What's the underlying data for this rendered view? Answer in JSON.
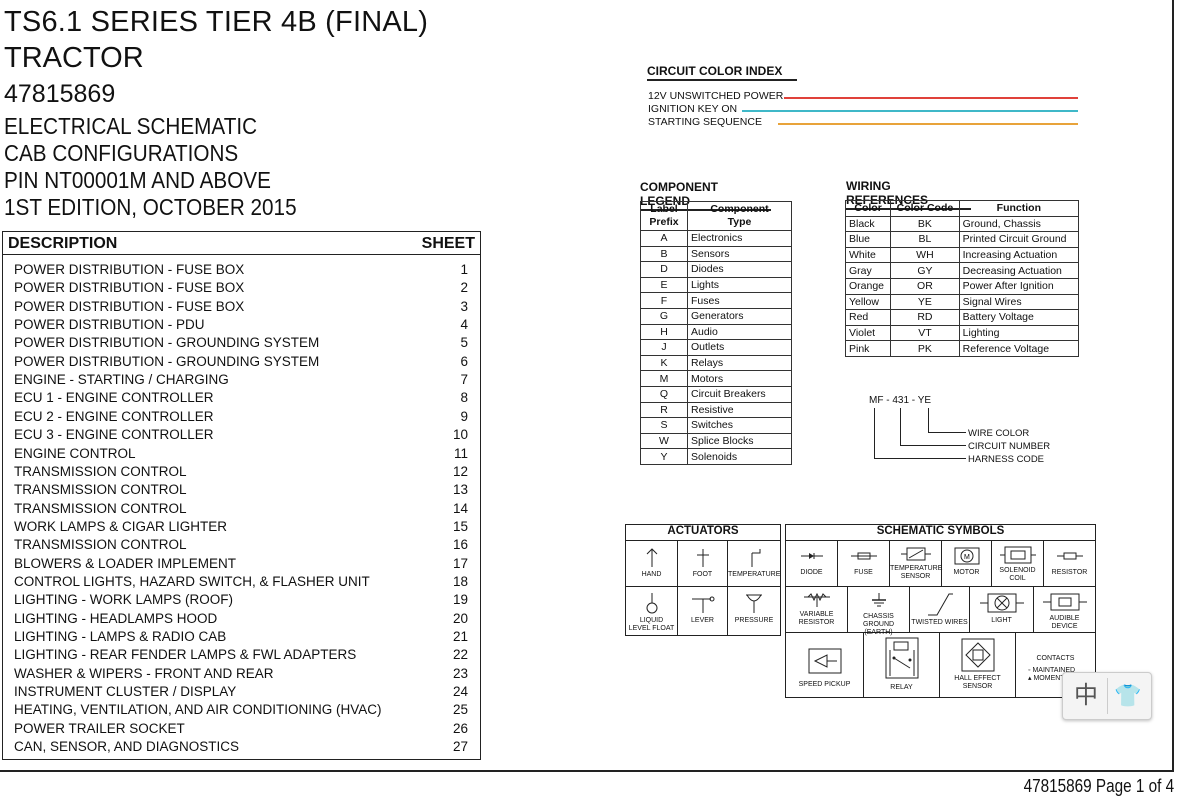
{
  "header": {
    "title_line1": "TS6.1 SERIES TIER 4B (FINAL)",
    "title_line2": "TRACTOR",
    "part_number": "47815869",
    "sub1": "ELECTRICAL SCHEMATIC",
    "sub2": "CAB CONFIGURATIONS",
    "sub3": "PIN NT00001M AND ABOVE",
    "sub4": "1ST EDITION, OCTOBER 2015"
  },
  "contents": {
    "col_description": "DESCRIPTION",
    "col_sheet": "SHEET",
    "rows": [
      {
        "desc": "POWER DISTRIBUTION - FUSE BOX",
        "sheet": "1"
      },
      {
        "desc": "POWER DISTRIBUTION - FUSE BOX",
        "sheet": "2"
      },
      {
        "desc": "POWER DISTRIBUTION - FUSE BOX",
        "sheet": "3"
      },
      {
        "desc": "POWER DISTRIBUTION - PDU",
        "sheet": "4"
      },
      {
        "desc": "POWER DISTRIBUTION - GROUNDING SYSTEM",
        "sheet": "5"
      },
      {
        "desc": "POWER DISTRIBUTION - GROUNDING SYSTEM",
        "sheet": "6"
      },
      {
        "desc": "ENGINE - STARTING / CHARGING",
        "sheet": "7"
      },
      {
        "desc": "ECU 1 - ENGINE CONTROLLER",
        "sheet": "8"
      },
      {
        "desc": "ECU 2 - ENGINE CONTROLLER",
        "sheet": "9"
      },
      {
        "desc": "ECU 3 - ENGINE CONTROLLER",
        "sheet": "10"
      },
      {
        "desc": "ENGINE CONTROL",
        "sheet": "11"
      },
      {
        "desc": "TRANSMISSION CONTROL",
        "sheet": "12"
      },
      {
        "desc": "TRANSMISSION CONTROL",
        "sheet": "13"
      },
      {
        "desc": "TRANSMISSION CONTROL",
        "sheet": "14"
      },
      {
        "desc": "WORK LAMPS & CIGAR LIGHTER",
        "sheet": "15"
      },
      {
        "desc": "TRANSMISSION CONTROL",
        "sheet": "16"
      },
      {
        "desc": "BLOWERS & LOADER IMPLEMENT",
        "sheet": "17"
      },
      {
        "desc": "CONTROL LIGHTS, HAZARD SWITCH, & FLASHER UNIT",
        "sheet": "18"
      },
      {
        "desc": "LIGHTING - WORK LAMPS (ROOF)",
        "sheet": "19"
      },
      {
        "desc": "LIGHTING - HEADLAMPS HOOD",
        "sheet": "20"
      },
      {
        "desc": "LIGHTING - LAMPS & RADIO CAB",
        "sheet": "21"
      },
      {
        "desc": "LIGHTING - REAR FENDER LAMPS & FWL ADAPTERS",
        "sheet": "22"
      },
      {
        "desc": "WASHER & WIPERS - FRONT AND REAR",
        "sheet": "23"
      },
      {
        "desc": "INSTRUMENT CLUSTER / DISPLAY",
        "sheet": "24"
      },
      {
        "desc": "HEATING, VENTILATION, AND AIR CONDITIONING (HVAC)",
        "sheet": "25"
      },
      {
        "desc": "POWER TRAILER SOCKET",
        "sheet": "26"
      },
      {
        "desc": "CAN, SENSOR, AND DIAGNOSTICS",
        "sheet": "27"
      }
    ]
  },
  "circuit_color_index": {
    "title": "CIRCUIT COLOR INDEX",
    "rows": [
      {
        "label": "12V UNSWITCHED POWER",
        "color": "#e0413a"
      },
      {
        "label": "IGNITION KEY ON",
        "color": "#3fb8c8"
      },
      {
        "label": "STARTING SEQUENCE",
        "color": "#e8a33a"
      }
    ]
  },
  "component_legend": {
    "title": "COMPONENT LEGEND",
    "head1": "Label\nPrefix",
    "head1a": "Label",
    "head1b": "Prefix",
    "head2a": "Component",
    "head2b": "Type",
    "rows": [
      {
        "prefix": "A",
        "type": "Electronics"
      },
      {
        "prefix": "B",
        "type": "Sensors"
      },
      {
        "prefix": "D",
        "type": "Diodes"
      },
      {
        "prefix": "E",
        "type": "Lights"
      },
      {
        "prefix": "F",
        "type": "Fuses"
      },
      {
        "prefix": "G",
        "type": "Generators"
      },
      {
        "prefix": "H",
        "type": "Audio"
      },
      {
        "prefix": "J",
        "type": "Outlets"
      },
      {
        "prefix": "K",
        "type": "Relays"
      },
      {
        "prefix": "M",
        "type": "Motors"
      },
      {
        "prefix": "Q",
        "type": "Circuit Breakers"
      },
      {
        "prefix": "R",
        "type": "Resistive"
      },
      {
        "prefix": "S",
        "type": "Switches"
      },
      {
        "prefix": "W",
        "type": "Splice Blocks"
      },
      {
        "prefix": "Y",
        "type": "Solenoids"
      }
    ]
  },
  "wiring_references": {
    "title": "WIRING REFERENCES",
    "head_color": "Color",
    "head_code": "Color Code",
    "head_function": "Function",
    "rows": [
      {
        "color": "Black",
        "code": "BK",
        "function": "Ground, Chassis"
      },
      {
        "color": "Blue",
        "code": "BL",
        "function": "Printed Circuit Ground"
      },
      {
        "color": "White",
        "code": "WH",
        "function": "Increasing Actuation"
      },
      {
        "color": "Gray",
        "code": "GY",
        "function": "Decreasing Actuation"
      },
      {
        "color": "Orange",
        "code": "OR",
        "function": "Power After Ignition"
      },
      {
        "color": "Yellow",
        "code": "YE",
        "function": "Signal Wires"
      },
      {
        "color": "Red",
        "code": "RD",
        "function": "Battery Voltage"
      },
      {
        "color": "Violet",
        "code": "VT",
        "function": "Lighting"
      },
      {
        "color": "Pink",
        "code": "PK",
        "function": "Reference Voltage"
      }
    ]
  },
  "harness_example": {
    "code": "MF - 431 - YE",
    "wire_color": "WIRE COLOR",
    "circuit_number": "CIRCUIT NUMBER",
    "harness_code": "HARNESS CODE"
  },
  "actuators": {
    "title": "ACTUATORS",
    "items": [
      "HAND",
      "FOOT",
      "TEMPERATURE",
      "LIQUID\nLEVEL FLOAT",
      "LEVER",
      "PRESSURE"
    ],
    "liquid_a": "LIQUID",
    "liquid_b": "LEVEL FLOAT"
  },
  "schematic_symbols": {
    "title": "SCHEMATIC SYMBOLS",
    "diode": "DIODE",
    "fuse": "FUSE",
    "temp_sensor_a": "TEMPERATURE",
    "temp_sensor_b": "SENSOR",
    "motor": "MOTOR",
    "solenoid_a": "SOLENOID",
    "solenoid_b": "COIL",
    "resistor": "RESISTOR",
    "var_res_a": "VARIABLE",
    "var_res_b": "RESISTOR",
    "chassis_a": "CHASSIS",
    "chassis_b": "GROUND (EARTH)",
    "twisted": "TWISTED WIRES",
    "light": "LIGHT",
    "audible_a": "AUDIBLE",
    "audible_b": "DEVICE",
    "speed_pickup": "SPEED PICKUP",
    "relay": "RELAY",
    "hall_a": "HALL EFFECT",
    "hall_b": "SENSOR",
    "contacts": "CONTACTS",
    "maintained": "MAINTAINED",
    "momentary": "MOMENTARY"
  },
  "widget": {
    "glyph1": "中",
    "glyph2": "👕"
  },
  "footer": "47815869 Page 1 of 4"
}
